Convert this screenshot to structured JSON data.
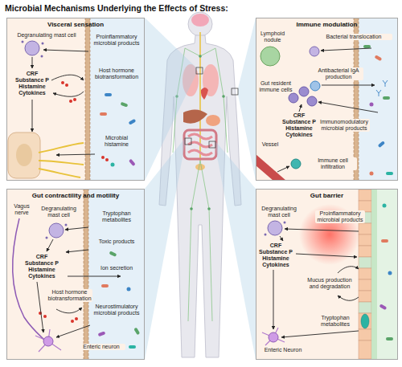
{
  "diagram": {
    "title": "Microbial Mechanisms Underlying the Effects of Stress:",
    "nodes": [
      {
        "text": [
          "Visceral sensation"
        ]
      },
      {
        "text": [
          "Immune modulation"
        ]
      },
      {
        "text": [
          "Gut contractility and motility"
        ]
      },
      {
        "text": [
          "Gut barrier"
        ]
      }
    ],
    "labels": [
      "Degranulating mast cell",
      "Proinflammatory microbial products",
      "CRF Substance P Histamine Cytokines",
      "Host hormone biotransformation",
      "Microbial histamine",
      "Lymphoid nodule",
      "Bacterial translocation",
      "Antibacterial IgA production",
      "Gut resident immune cells",
      "CRF Substance P Histamine Cytokines",
      "Immunomodulatory microbial products",
      "Vessel",
      "Immune cell infiltration",
      "Vagus nerve",
      "Degranulating mast cell",
      "Tryptophan metabolites",
      "Toxic products",
      "CRF Substance P Histamine Cytokines",
      "Host hormone biotransformation",
      "Ion secretion",
      "Neurostimulatory microbial products",
      "Enteric neuron",
      "Degranulating mast cell",
      "Proinflammatory microbial products",
      "CRF Substance P Histamine Cytokines",
      "Mucus production and degradation",
      "Tryptophan metabolites",
      "Enteric Neuron"
    ]
  }
}
